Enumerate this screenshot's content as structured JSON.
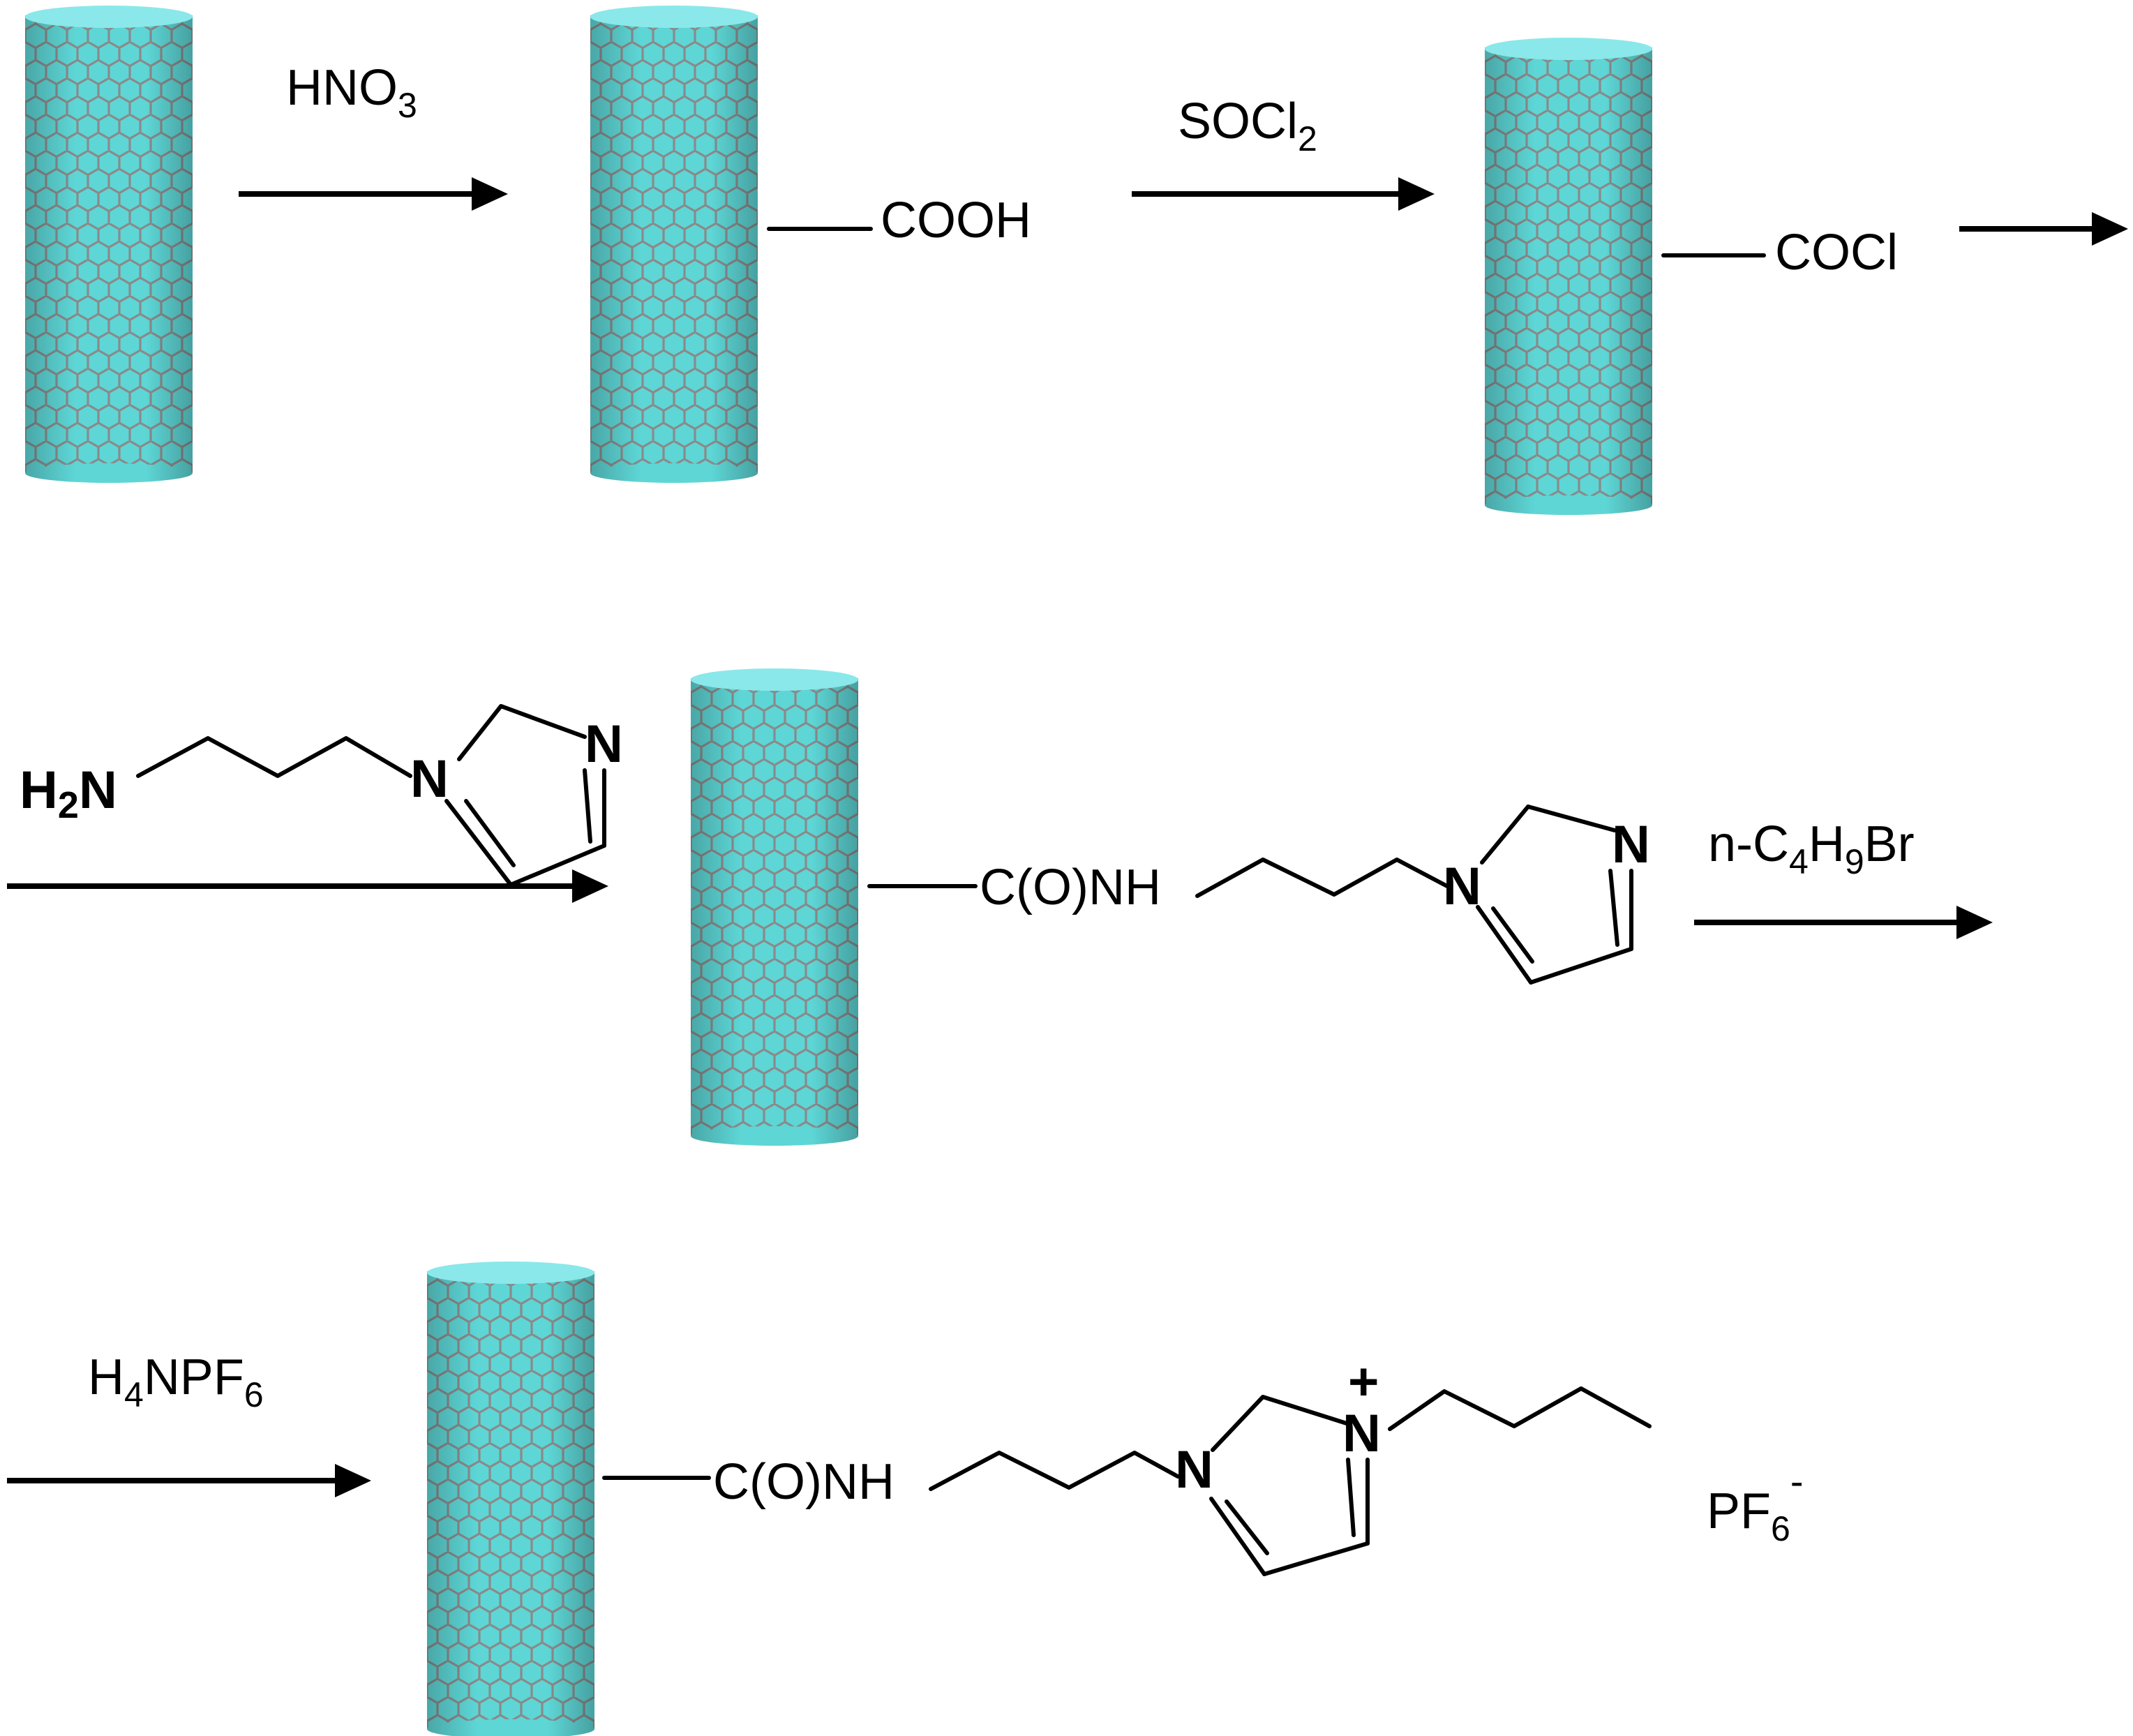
{
  "colors": {
    "tube_body": "#5ed6d6",
    "tube_top": "#8ae8ea",
    "tube_lattice": "#8a8a8a",
    "ink": "#000000"
  },
  "icons": [
    "nanotube-icon",
    "arrow-right-icon"
  ],
  "reagents": {
    "step1": {
      "main": "HNO",
      "sub": "3"
    },
    "step2": {
      "main": "SOCl",
      "sub": "2"
    },
    "step4": {
      "pre": "n-C",
      "sub1": "4",
      "mid": "H",
      "sub2": "9",
      "post": "Br"
    },
    "step5": {
      "pre": "H",
      "sub1": "4",
      "mid": "NPF",
      "sub2": "6"
    }
  },
  "groups": {
    "cooh": "COOH",
    "cocl": "COCl",
    "amide1": "C(O)NH",
    "amide2": "C(O)NH"
  },
  "amine": {
    "h": "H",
    "sub": "2",
    "n": "N"
  },
  "atoms": {
    "n": "N"
  },
  "charge": "+",
  "counterion": {
    "main": "PF",
    "sub": "6",
    "charge": "-"
  }
}
